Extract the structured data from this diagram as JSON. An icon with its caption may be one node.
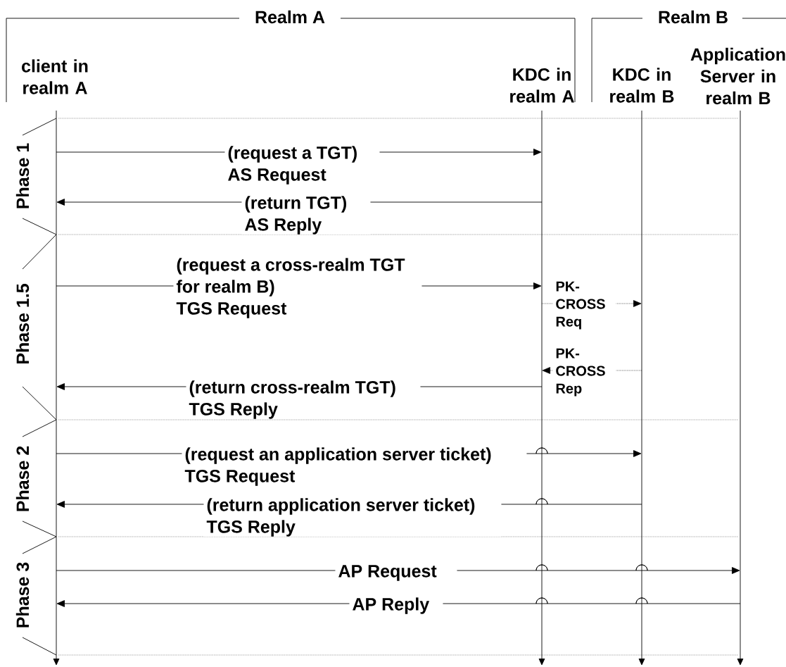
{
  "diagram": {
    "nodes": [
      {
        "text": [
          "client in realm A"
        ]
      },
      {
        "text": [
          "KDC in realm A"
        ]
      },
      {
        "text": [
          "KDC in realm B"
        ]
      },
      {
        "text": [
          "Application Server in realm B"
        ]
      },
      {
        "text": [],
        "shape": "line"
      },
      {
        "text": [],
        "shape": "line"
      },
      {
        "text": [],
        "shape": "line"
      },
      {
        "text": [],
        "shape": "line"
      }
    ],
    "edges": [
      {
        "from": 4,
        "to": 5,
        "arrow": "to",
        "label": "(request a TGT) AS Request"
      },
      {
        "from": 5,
        "to": 4,
        "arrow": "to",
        "label": "(return TGT) AS Reply"
      },
      {
        "from": 4,
        "to": 5,
        "arrow": "to",
        "label": "(request a cross-realm TGT for realm B) TGS Request"
      },
      {
        "from": 5,
        "to": 6,
        "arrow": "to",
        "label": "PK-CROSS Req",
        "style": "dashed"
      },
      {
        "from": 6,
        "to": 5,
        "arrow": "to",
        "label": "PK-CROSS Rep",
        "style": "dashed"
      },
      {
        "from": 5,
        "to": 4,
        "arrow": "to",
        "label": "(return cross-realm TGT) TGS Reply"
      },
      {
        "from": 4,
        "to": 6,
        "arrow": "to",
        "label": "(request an application server  ticket) TGS Request"
      },
      {
        "from": 6,
        "to": 4,
        "arrow": "to",
        "label": "(return application server ticket) TGS Reply"
      },
      {
        "from": 4,
        "to": 7,
        "arrow": "to",
        "label": "AP Request"
      },
      {
        "from": 7,
        "to": 4,
        "arrow": "to",
        "label": "AP Reply"
      }
    ],
    "labels": [
      "Realm A",
      "Realm B",
      "Phase 1",
      "Phase 1.5",
      "Phase 2",
      "Phase 3"
    ]
  }
}
